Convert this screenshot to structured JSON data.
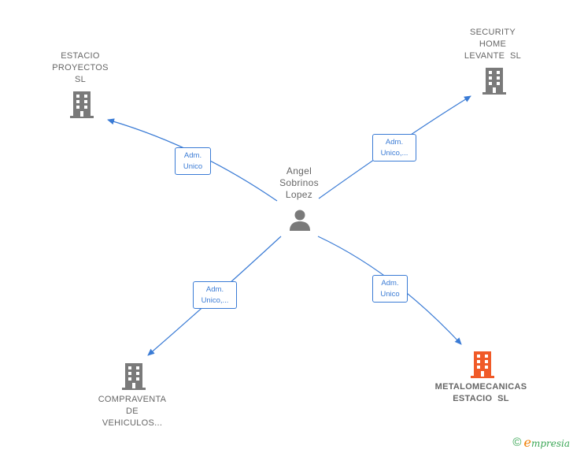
{
  "person": {
    "name_lines": [
      "Angel",
      "Sobrinos",
      "Lopez"
    ]
  },
  "companies": [
    {
      "id": "estacio",
      "name_lines": [
        "ESTACIO",
        "PROYECTOS",
        "SL"
      ],
      "highlighted": false
    },
    {
      "id": "security",
      "name_lines": [
        "SECURITY",
        "HOME",
        "LEVANTE  SL"
      ],
      "highlighted": false
    },
    {
      "id": "compraventa",
      "name_lines": [
        "COMPRAVENTA",
        "DE",
        "VEHICULOS..."
      ],
      "highlighted": false
    },
    {
      "id": "metalomecanicas",
      "name_lines": [
        "METALOMECANICAS",
        "ESTACIO  SL"
      ],
      "highlighted": true
    }
  ],
  "relations": [
    {
      "to": "estacio",
      "label_lines": [
        "Adm.",
        "Unico"
      ]
    },
    {
      "to": "security",
      "label_lines": [
        "Adm.",
        "Unico,..."
      ]
    },
    {
      "to": "compraventa",
      "label_lines": [
        "Adm.",
        "Unico,..."
      ]
    },
    {
      "to": "metalomecanicas",
      "label_lines": [
        "Adm.",
        "Unico"
      ]
    }
  ],
  "colors": {
    "edge": "#3a7bd5",
    "building": "#7a7a7a",
    "building_highlight": "#f05a28",
    "person": "#7a7a7a"
  },
  "footer": {
    "copyright_symbol": "©",
    "brand_initial": "e",
    "brand_rest": "mpresia"
  }
}
